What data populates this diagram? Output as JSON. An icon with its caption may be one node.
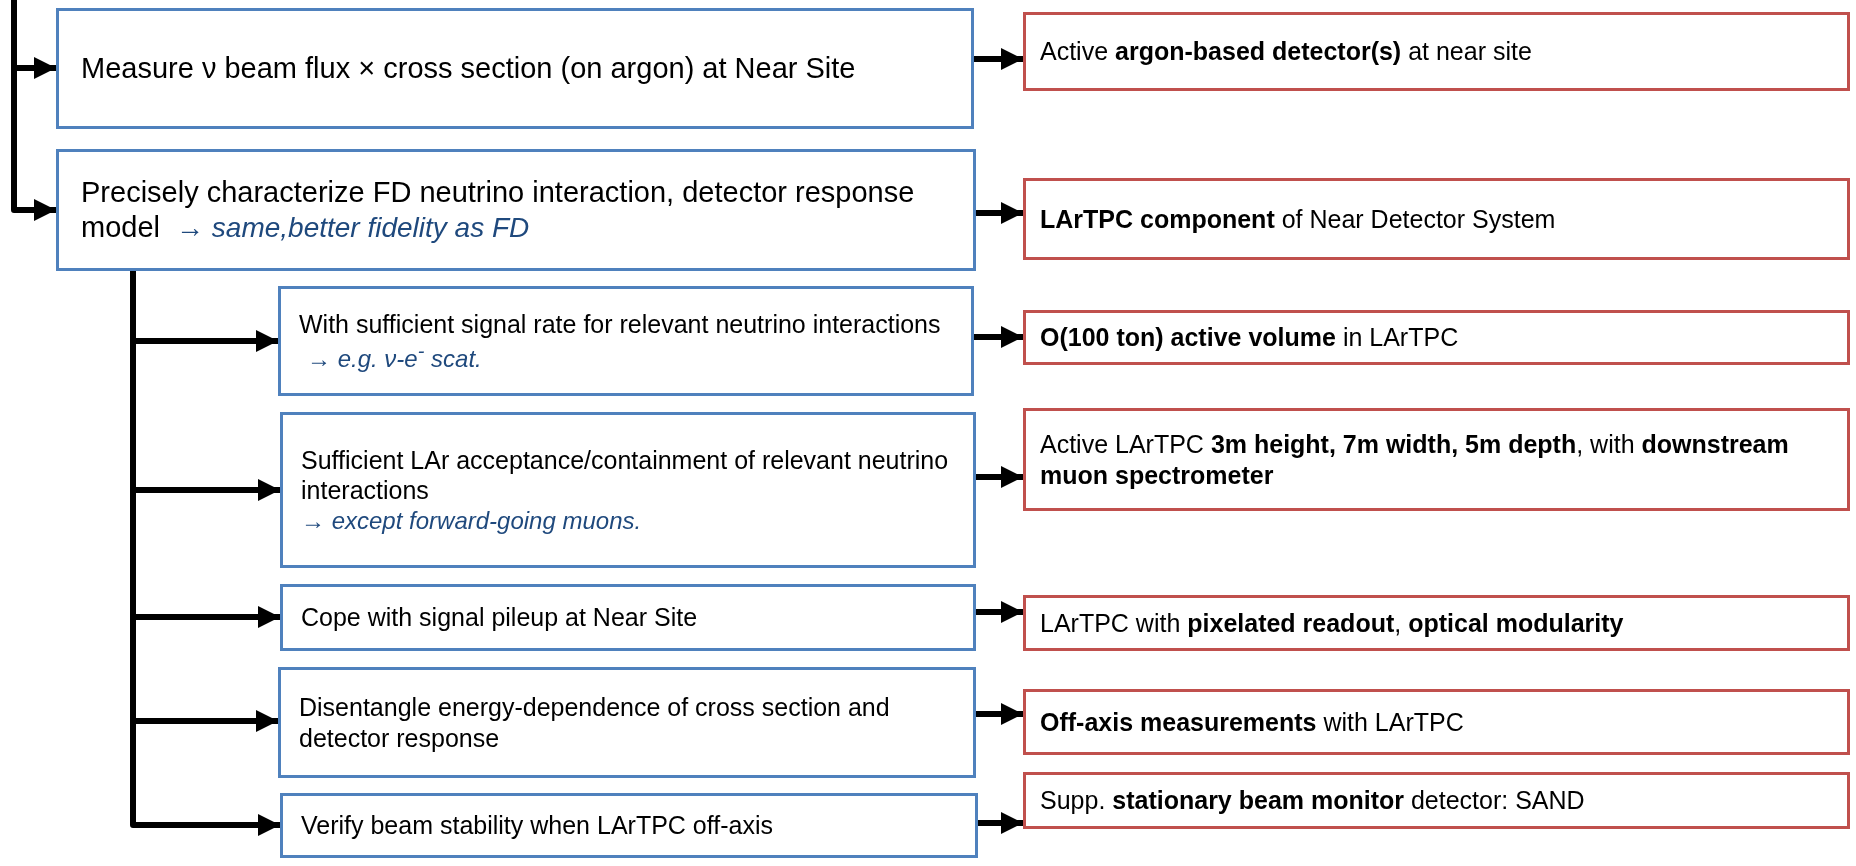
{
  "diagram": {
    "nodes": [
      {
        "text": [
          "Measure ν beam flux × cross section (on argon) at Near Site"
        ]
      },
      {
        "text": [
          "Active **argon-based detector(s)** at near site"
        ]
      },
      {
        "text": [
          "Precisely characterize FD neutrino interaction, detector response model",
          "→ same,better fidelity as FD"
        ]
      },
      {
        "text": [
          "**LArTPC component** of Near Detector System"
        ]
      },
      {
        "text": [
          "With sufficient signal rate for relevant neutrino interactions",
          "→ e.g. ν-e$^{-}$ scat."
        ]
      },
      {
        "text": [
          "**O(100 ton) active volume** in LArTPC"
        ]
      },
      {
        "text": [
          "Sufficient LAr acceptance/containment of relevant neutrino interactions",
          "→ except forward-going muons."
        ]
      },
      {
        "text": [
          "Active LArTPC **3m height, 7m width, 5m depth**, with **downstream muon spectrometer**"
        ]
      },
      {
        "text": [
          "Cope with signal pileup at Near Site"
        ]
      },
      {
        "text": [
          "LArTPC with **pixelated readout**, **optical modularity**"
        ]
      },
      {
        "text": [
          "Disentangle energy-dependence of cross section and detector response"
        ]
      },
      {
        "text": [
          "**Off-axis measurements** with LArTPC"
        ]
      },
      {
        "text": [
          "Verify beam stability when LArTPC off-axis"
        ]
      },
      {
        "text": [
          "Supp. **stationary beam monitor** detector: SAND"
        ]
      }
    ],
    "edges": [
      {
        "from": null,
        "to": 0,
        "arrow": "to"
      },
      {
        "from": null,
        "to": 2,
        "arrow": "to"
      },
      {
        "from": 2,
        "to": 4,
        "arrow": "to"
      },
      {
        "from": 2,
        "to": 6,
        "arrow": "to"
      },
      {
        "from": 2,
        "to": 8,
        "arrow": "to"
      },
      {
        "from": 2,
        "to": 10,
        "arrow": "to"
      },
      {
        "from": 2,
        "to": 12,
        "arrow": "to"
      },
      {
        "from": 0,
        "to": 1,
        "arrow": "to"
      },
      {
        "from": 2,
        "to": 3,
        "arrow": "to"
      },
      {
        "from": 4,
        "to": 5,
        "arrow": "to"
      },
      {
        "from": 6,
        "to": 7,
        "arrow": "to"
      },
      {
        "from": 8,
        "to": 9,
        "arrow": "to"
      },
      {
        "from": 10,
        "to": 11,
        "arrow": "to"
      },
      {
        "from": 12,
        "to": 13,
        "arrow": "to"
      }
    ]
  }
}
